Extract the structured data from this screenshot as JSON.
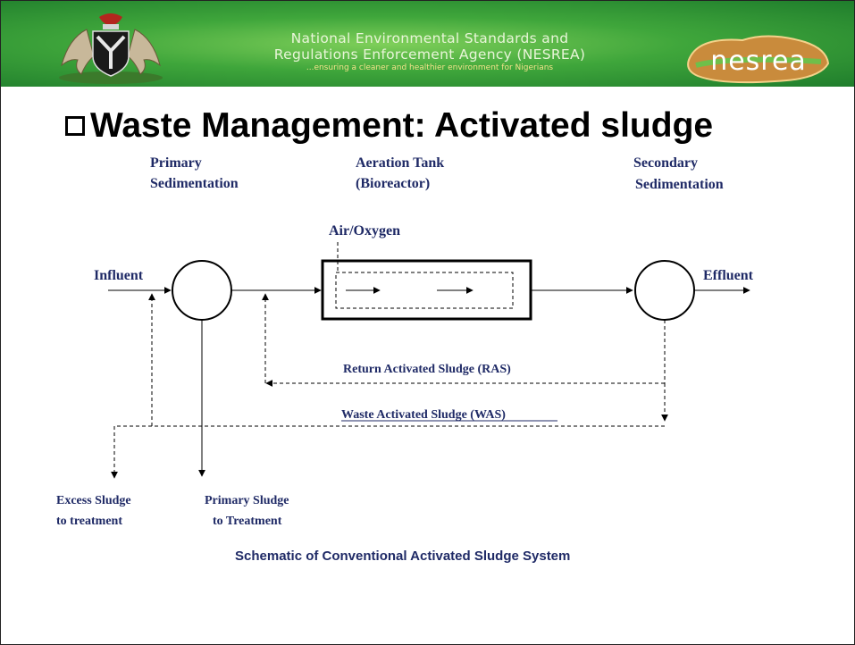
{
  "header": {
    "line1": "National Environmental Standards and",
    "line2": "Regulations Enforcement Agency (NESREA)",
    "tagline": "...ensuring a cleaner and healthier environment for Nigerians",
    "logo_text": "nesrea",
    "banner_color": "#3fa63b"
  },
  "slide": {
    "title": "Waste Management: Activated sludge"
  },
  "diagram": {
    "stages": {
      "primary_line1": "Primary",
      "primary_line2": "Sedimentation",
      "aeration_line1": "Aeration Tank",
      "aeration_line2": "(Bioreactor)",
      "secondary_line1": "Secondary",
      "secondary_line2": "Sedimentation"
    },
    "labels": {
      "air": "Air/Oxygen",
      "influent": "Influent",
      "effluent": "Effluent",
      "ras": "Return Activated Sludge (RAS)",
      "was": "Waste Activated Sludge (WAS)",
      "excess_line1": "Excess Sludge",
      "excess_line2": "to treatment",
      "primary_sludge_line1": "Primary Sludge",
      "primary_sludge_line2": "to Treatment"
    },
    "caption": "Schematic of Conventional Activated Sludge System"
  }
}
